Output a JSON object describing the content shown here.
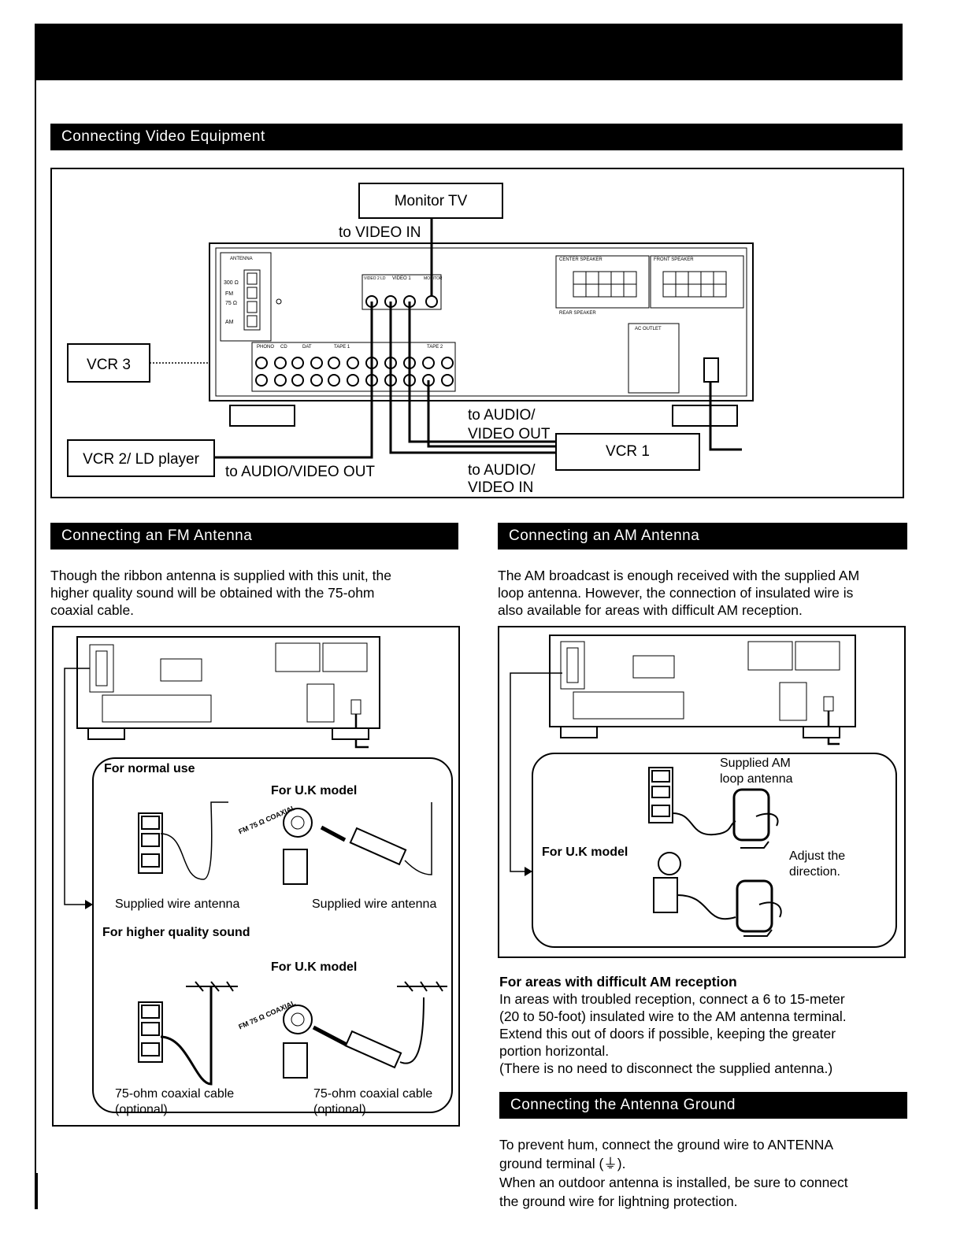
{
  "video": {
    "title": "Connecting Video Equipment",
    "monitor_tv": "Monitor TV",
    "to_video_in": "to VIDEO IN",
    "vcr3": "VCR 3",
    "vcr2_ld": "VCR 2/ LD player",
    "vcr1": "VCR 1",
    "to_av_out_left": "to AUDIO/VIDEO OUT",
    "to_av_out_line1": "to AUDIO/",
    "to_av_out_line2": "VIDEO OUT",
    "to_av_in_line1": "to AUDIO/",
    "to_av_in_line2": "VIDEO IN",
    "panel_antenna": "ANTENNA",
    "panel_center_speaker": "CENTER SPEAKER",
    "panel_front_speaker": "FRONT SPEAKER",
    "panel_rear_speaker": "REAR SPEAKER",
    "panel_ac_outlet": "AC OUTLET",
    "panel_phono": "PHONO",
    "panel_cd": "CD",
    "panel_dat": "DAT",
    "panel_tape1": "TAPE 1",
    "panel_tape2": "TAPE 2",
    "panel_video1": "VIDEO 1",
    "panel_video2": "VIDEO 2 LD",
    "panel_monitor": "MONITOR",
    "panel_300": "300 Ω",
    "panel_fm": "FM",
    "panel_75": "75 Ω",
    "panel_am": "AM"
  },
  "fm": {
    "title": "Connecting an FM Antenna",
    "intro": [
      "Though the ribbon antenna is supplied with this unit, the",
      "higher quality sound will be obtained with the 75-ohm",
      "coaxial cable."
    ],
    "normal_use": "For normal use",
    "uk_model": "For U.K model",
    "supplied_wire_1": "Supplied wire antenna",
    "supplied_wire_2": "Supplied wire antenna",
    "higher_quality": "For higher quality sound",
    "uk_model_2": "For U.K model",
    "coax_1a": "75-ohm coaxial cable",
    "coax_1b": "(optional)",
    "coax_2a": "75-ohm coaxial cable",
    "coax_2b": "(optional)",
    "fm75_label": "FM 75 Ω COAXIAL"
  },
  "am": {
    "title": "Connecting an AM Antenna",
    "intro": [
      "The AM broadcast is enough received with the supplied AM",
      "loop antenna.  However, the connection of insulated wire is",
      "also available for areas with difficult AM reception."
    ],
    "supplied_am_1": "Supplied AM",
    "supplied_am_2": "loop antenna",
    "uk_model": "For U.K model",
    "adjust_1": "Adjust the",
    "adjust_2": "direction.",
    "difficult_title": "For areas with difficult AM reception",
    "difficult_text": [
      "In areas with troubled reception, connect a 6 to 15-meter",
      "(20 to 50-foot) insulated wire to the AM antenna terminal.",
      "Extend this out of doors if possible, keeping the greater",
      "portion horizontal.",
      "(There is no need to disconnect the supplied antenna.)"
    ]
  },
  "ground": {
    "title": "Connecting the Antenna Ground",
    "text": [
      "To prevent hum, connect the ground wire to ANTENNA",
      "ground terminal (⏚).",
      "When an outdoor antenna is installed, be sure to connect",
      "the ground wire for lightning protection."
    ]
  }
}
